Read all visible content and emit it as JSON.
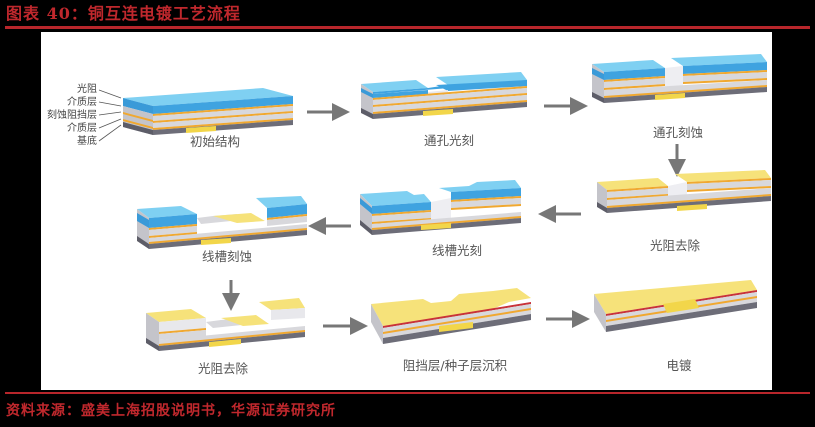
{
  "title": "图表 40：铜互连电镀工艺流程",
  "source": "资料来源：盛美上海招股说明书，华源证券研究所",
  "layer_labels": [
    "光阻",
    "介质层",
    "刻蚀阻挡层",
    "介质层",
    "基底"
  ],
  "steps": [
    {
      "label": "初始结构"
    },
    {
      "label": "通孔光刻"
    },
    {
      "label": "通孔刻蚀"
    },
    {
      "label": "光阻去除"
    },
    {
      "label": "线槽光刻"
    },
    {
      "label": "线槽刻蚀"
    },
    {
      "label": "光阻去除"
    },
    {
      "label": "阻挡层/种子层沉积"
    },
    {
      "label": "电镀"
    }
  ],
  "colors": {
    "title_red": "#c0282d",
    "photoresist_blue": "#4ab2e6",
    "copper_yellow": "#f2d64a",
    "dielectric_gray": "#d3d3d8",
    "etch_stop_orange": "#f0a830",
    "substrate_gray": "#6d6d78",
    "arrow_gray": "#777777"
  }
}
